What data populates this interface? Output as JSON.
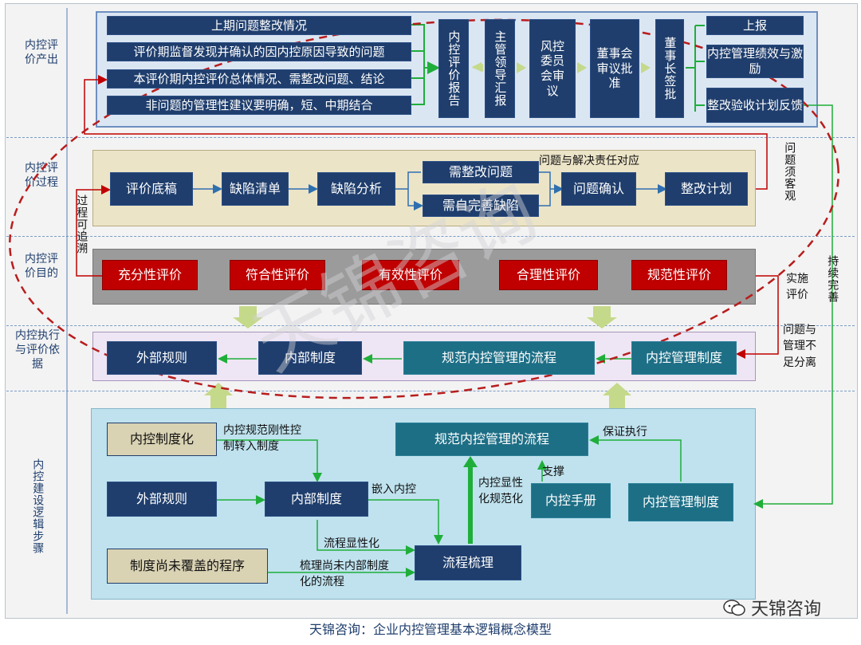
{
  "sections": {
    "output": "内控评价产出",
    "process": "内控评价过程",
    "purpose": "内控评价目的",
    "basis": "内控执行与评价依据",
    "logic": "内控建设逻辑步骤"
  },
  "output": {
    "items": [
      "上期问题整改情况",
      "评价期监督发现并确认的因内控原因导致的问题",
      "本评价期内控评价总体情况、需整改问题、结论",
      "非问题的管理性建议要明确，短、中期结合"
    ],
    "steps": [
      "内控评价报告",
      "主管领导汇报",
      "风控委员会审议",
      "董事会审议批准",
      "董事长签批"
    ],
    "results": [
      "上报",
      "内控管理绩效与激励",
      "整改验收计划反馈"
    ]
  },
  "process": {
    "steps": [
      "评价底稿",
      "缺陷清单",
      "缺陷分析",
      "需整改问题",
      "需自完善缺陷",
      "问题确认",
      "整改计划"
    ],
    "note_top": "问题与解决责任对应",
    "note_right": "问题须客观",
    "note_left": "过程可追溯"
  },
  "purpose": {
    "items": [
      "充分性评价",
      "符合性评价",
      "有效性评价",
      "合理性评价",
      "规范性评价"
    ],
    "note_right": "实施评价"
  },
  "basis": {
    "items": [
      "外部规则",
      "内部制度",
      "规范内控管理的流程",
      "内控管理制度"
    ],
    "note_right": "问题与管理不足分离",
    "note_far": "持续完善"
  },
  "logic": {
    "boxes": {
      "ic_system": "内控制度化",
      "external": "外部规则",
      "internal": "内部制度",
      "uncovered": "制度尚未覆盖的程序",
      "flow_std": "规范内控管理的流程",
      "manual": "内控手册",
      "mgmt_system": "内控管理制度",
      "flow_sort": "流程梳理"
    },
    "notes": {
      "rigid": "内控规范刚性控制转入制度",
      "embed": "嵌入内控",
      "visible": "流程显性化",
      "sort_uncovered": "梳理尚未内部制度化的流程",
      "explicit": "内控显性化规范化",
      "support": "支撑",
      "ensure": "保证执行"
    }
  },
  "watermark": "天锦咨询",
  "brand": "天锦咨询",
  "footer": "天锦咨询：企业内控管理基本逻辑概念模型",
  "colors": {
    "navy": "#1f3e6d",
    "teal": "#1d6f86",
    "red": "#c00000",
    "beige": "#d9d2b3",
    "arrow": "#c5d98a",
    "green": "#1fae3a",
    "oval": "#b81d1d"
  }
}
